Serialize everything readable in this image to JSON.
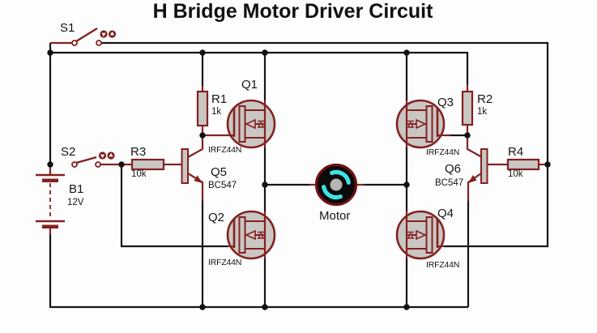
{
  "title": "H Bridge Motor Driver Circuit",
  "colors": {
    "wire": "#161616",
    "component_red": "#842121",
    "component_fill": "#c9c7c3",
    "motor_body": "#0b0b0b",
    "motor_rotor_cyan": "#3fe1e4",
    "background": "#fdfdfd"
  },
  "components": {
    "s1": {
      "ref": "S1"
    },
    "s2": {
      "ref": "S2"
    },
    "b1": {
      "ref": "B1",
      "value": "12V"
    },
    "r1": {
      "ref": "R1",
      "value": "1k"
    },
    "r2": {
      "ref": "R2",
      "value": "1k"
    },
    "r3": {
      "ref": "R3",
      "value": "10k"
    },
    "r4": {
      "ref": "R4",
      "value": "10k"
    },
    "q1": {
      "ref": "Q1",
      "part": "IRFZ44N"
    },
    "q2": {
      "ref": "Q2",
      "part": "IRFZ44N"
    },
    "q3": {
      "ref": "Q3",
      "part": "IRFZ44N"
    },
    "q4": {
      "ref": "Q4",
      "part": "IRFZ44N"
    },
    "q5": {
      "ref": "Q5",
      "part": "BC547"
    },
    "q6": {
      "ref": "Q6",
      "part": "BC547"
    },
    "motor": {
      "ref": "Motor"
    }
  }
}
